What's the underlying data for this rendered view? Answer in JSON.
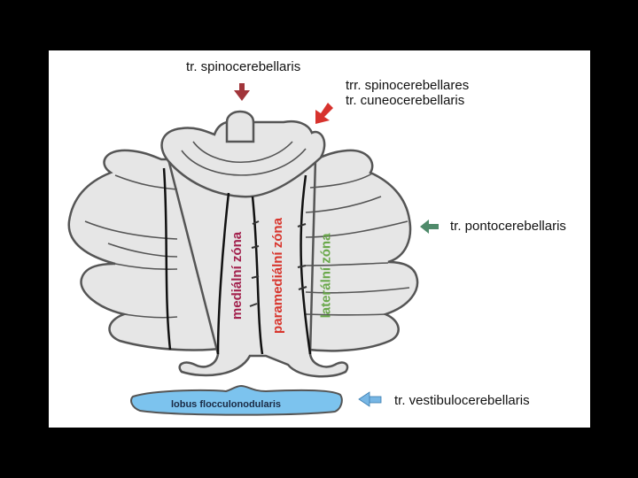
{
  "labels": {
    "spinocerebellaris": "tr. spinocerebellaris",
    "spinocerebellares": "trr. spinocerebellares",
    "cuneocerebellaris": "tr. cuneocerebellaris",
    "pontocerebellaris": "tr. pontocerebellaris",
    "vestibulocerebellaris": "tr. vestibulocerebellaris",
    "lobus": "lobus flocculonodularis"
  },
  "zones": {
    "medial": "mediální zóna",
    "paramedial": "paramediální zóna",
    "lateral": "laterální zóna"
  },
  "colors": {
    "background": "#000000",
    "slide": "#ffffff",
    "cerebellum_fill": "#e6e6e6",
    "outline": "#555555",
    "arrow_spino": "#a1353a",
    "arrow_cuneo": "#d7322d",
    "arrow_ponto": "#4f8a6a",
    "arrow_vestibulo": "#77b6e4",
    "lobus_fill": "#7cc3ee",
    "zone_medial": "#a3224e",
    "zone_paramedial": "#d8352d",
    "zone_lateral": "#69a84a"
  },
  "icons": {
    "arrow_spino": "arrow-down-icon",
    "arrow_cuneo": "arrow-diagonal-icon",
    "arrow_ponto": "arrow-left-icon",
    "arrow_vestibulo": "arrow-left-icon"
  }
}
